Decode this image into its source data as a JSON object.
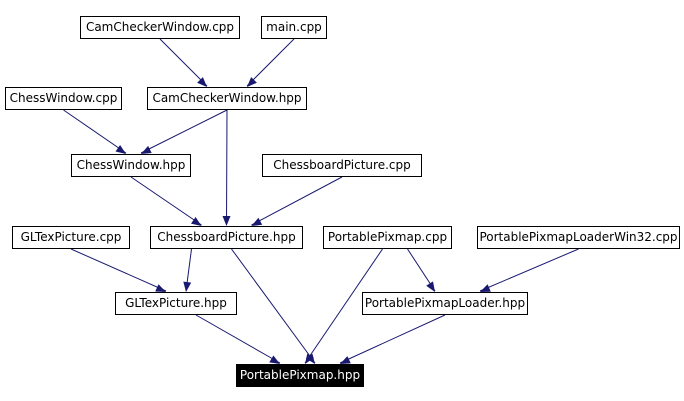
{
  "graph": {
    "colors": {
      "edge": "#191970",
      "arrowhead": "#191970",
      "border": "#000000",
      "focus_fill": "#000000",
      "focus_text": "#ffffff",
      "node_fill": "#ffffff"
    },
    "nodes": [
      {
        "id": "n1",
        "label": "CamCheckerWindow.cpp"
      },
      {
        "id": "n2",
        "label": "main.cpp"
      },
      {
        "id": "n3",
        "label": "ChessWindow.cpp"
      },
      {
        "id": "n4",
        "label": "CamCheckerWindow.hpp"
      },
      {
        "id": "n5",
        "label": "ChessWindow.hpp"
      },
      {
        "id": "n6",
        "label": "ChessboardPicture.cpp"
      },
      {
        "id": "n7",
        "label": "GLTexPicture.cpp"
      },
      {
        "id": "n8",
        "label": "ChessboardPicture.hpp"
      },
      {
        "id": "n9",
        "label": "PortablePixmap.cpp"
      },
      {
        "id": "n10",
        "label": "PortablePixmapLoaderWin32.cpp"
      },
      {
        "id": "n11",
        "label": "GLTexPicture.hpp"
      },
      {
        "id": "n12",
        "label": "PortablePixmapLoader.hpp"
      },
      {
        "id": "n13",
        "label": "PortablePixmap.hpp"
      }
    ],
    "edges": [
      {
        "from": "n1",
        "to": "n4"
      },
      {
        "from": "n2",
        "to": "n4"
      },
      {
        "from": "n3",
        "to": "n5"
      },
      {
        "from": "n4",
        "to": "n5"
      },
      {
        "from": "n4",
        "to": "n8"
      },
      {
        "from": "n5",
        "to": "n8"
      },
      {
        "from": "n6",
        "to": "n8"
      },
      {
        "from": "n7",
        "to": "n11"
      },
      {
        "from": "n8",
        "to": "n11"
      },
      {
        "from": "n8",
        "to": "n13"
      },
      {
        "from": "n9",
        "to": "n13"
      },
      {
        "from": "n9",
        "to": "n12"
      },
      {
        "from": "n10",
        "to": "n12"
      },
      {
        "from": "n11",
        "to": "n13"
      },
      {
        "from": "n12",
        "to": "n13"
      }
    ]
  }
}
